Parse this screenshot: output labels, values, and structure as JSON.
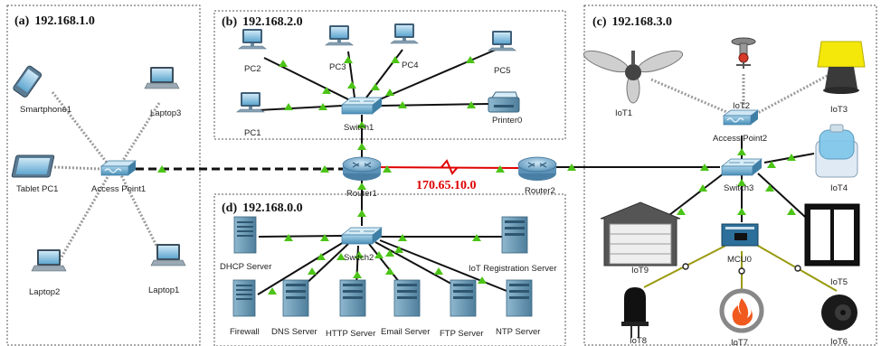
{
  "regions": {
    "a": {
      "letter": "(a)",
      "subnet": "192.168.1.0"
    },
    "b": {
      "letter": "(b)",
      "subnet": "192.168.2.0"
    },
    "c": {
      "letter": "(c)",
      "subnet": "192.168.3.0"
    },
    "d": {
      "letter": "(d)",
      "subnet": "192.168.0.0"
    }
  },
  "wan": {
    "label": "170.65.10.0",
    "color": "#e00000"
  },
  "devices": {
    "smartphone1": "Smartphone1",
    "laptop3": "Laptop3",
    "tablet_pc1": "Tablet PC1",
    "access_point1": "Access Point1",
    "laptop2": "Laptop2",
    "laptop1": "Laptop1",
    "pc2": "PC2",
    "pc3": "PC3",
    "pc4": "PC4",
    "pc5": "PC5",
    "pc1": "PC1",
    "switch1": "Switch1",
    "printer0": "Printer0",
    "router1": "Router1",
    "router2": "Router2",
    "dhcp_server": "DHCP Server",
    "switch2": "Switch2",
    "iot_registration_server": "IoT Registration Server",
    "firewall": "Firewall",
    "dns_server": "DNS Server",
    "http_server": "HTTP Server",
    "email_server": "Email Server",
    "ftp_server": "FTP Server",
    "ntp_server": "NTP Server",
    "iot1": "IoT1",
    "iot2": "IoT2",
    "iot3": "IoT3",
    "access_point2": "Access Point2",
    "iot4": "IoT4",
    "switch3": "Switch3",
    "iot9": "IoT9",
    "mcu0": "MCU0",
    "iot5": "IoT5",
    "iot8": "IoT8",
    "iot7": "IoT7",
    "iot6": "IoT6"
  },
  "colors": {
    "link": "#111111",
    "wireless": "#9a9a9a",
    "iot_wire": "#9a9a10",
    "port_marker": "#4cc417",
    "region_border": "#555555"
  }
}
